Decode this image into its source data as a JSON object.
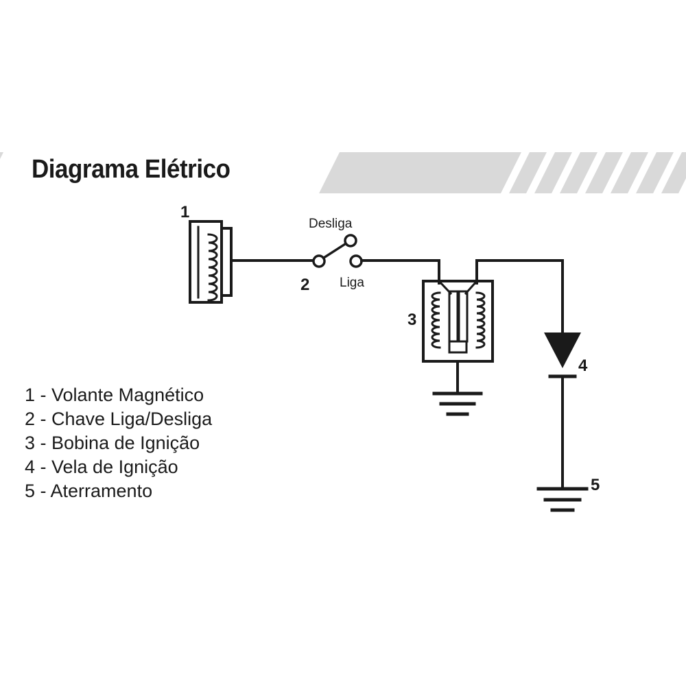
{
  "title": "Diagrama Elétrico",
  "labels": {
    "c1": "1",
    "c2": "2",
    "c3": "3",
    "c4": "4",
    "c5": "5",
    "switch_off": "Desliga",
    "switch_on": "Liga"
  },
  "legend": [
    "1 - Volante Magnético",
    "2 - Chave Liga/Desliga",
    "3 - Bobina de Ignição",
    "4 - Vela de Ignição",
    "5 - Aterramento"
  ],
  "colors": {
    "ink": "#1a1a1a",
    "banner": "#d9d9d9",
    "background": "#ffffff"
  }
}
